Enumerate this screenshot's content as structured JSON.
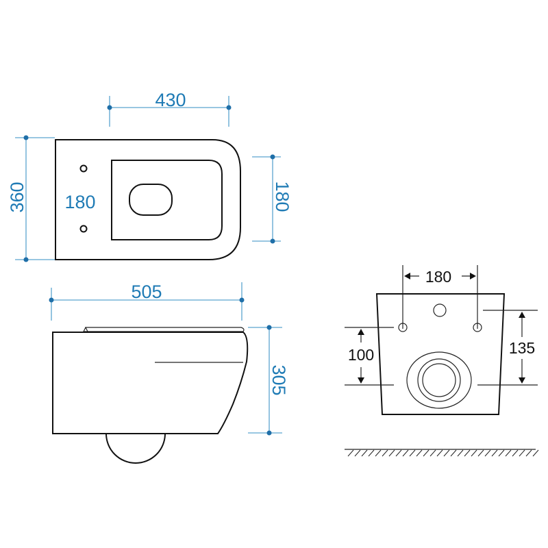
{
  "top_view": {
    "width_label": "430",
    "depth_label": "360",
    "inner_left_label": "180",
    "inner_right_label": "180"
  },
  "side_view": {
    "length_label": "505",
    "height_label": "305"
  },
  "rear_view": {
    "hole_spacing_label": "180",
    "lower_height_label": "100",
    "upper_height_label": "135"
  },
  "colors": {
    "dimension_blue": "#1f7bb5",
    "outline": "#111111"
  }
}
